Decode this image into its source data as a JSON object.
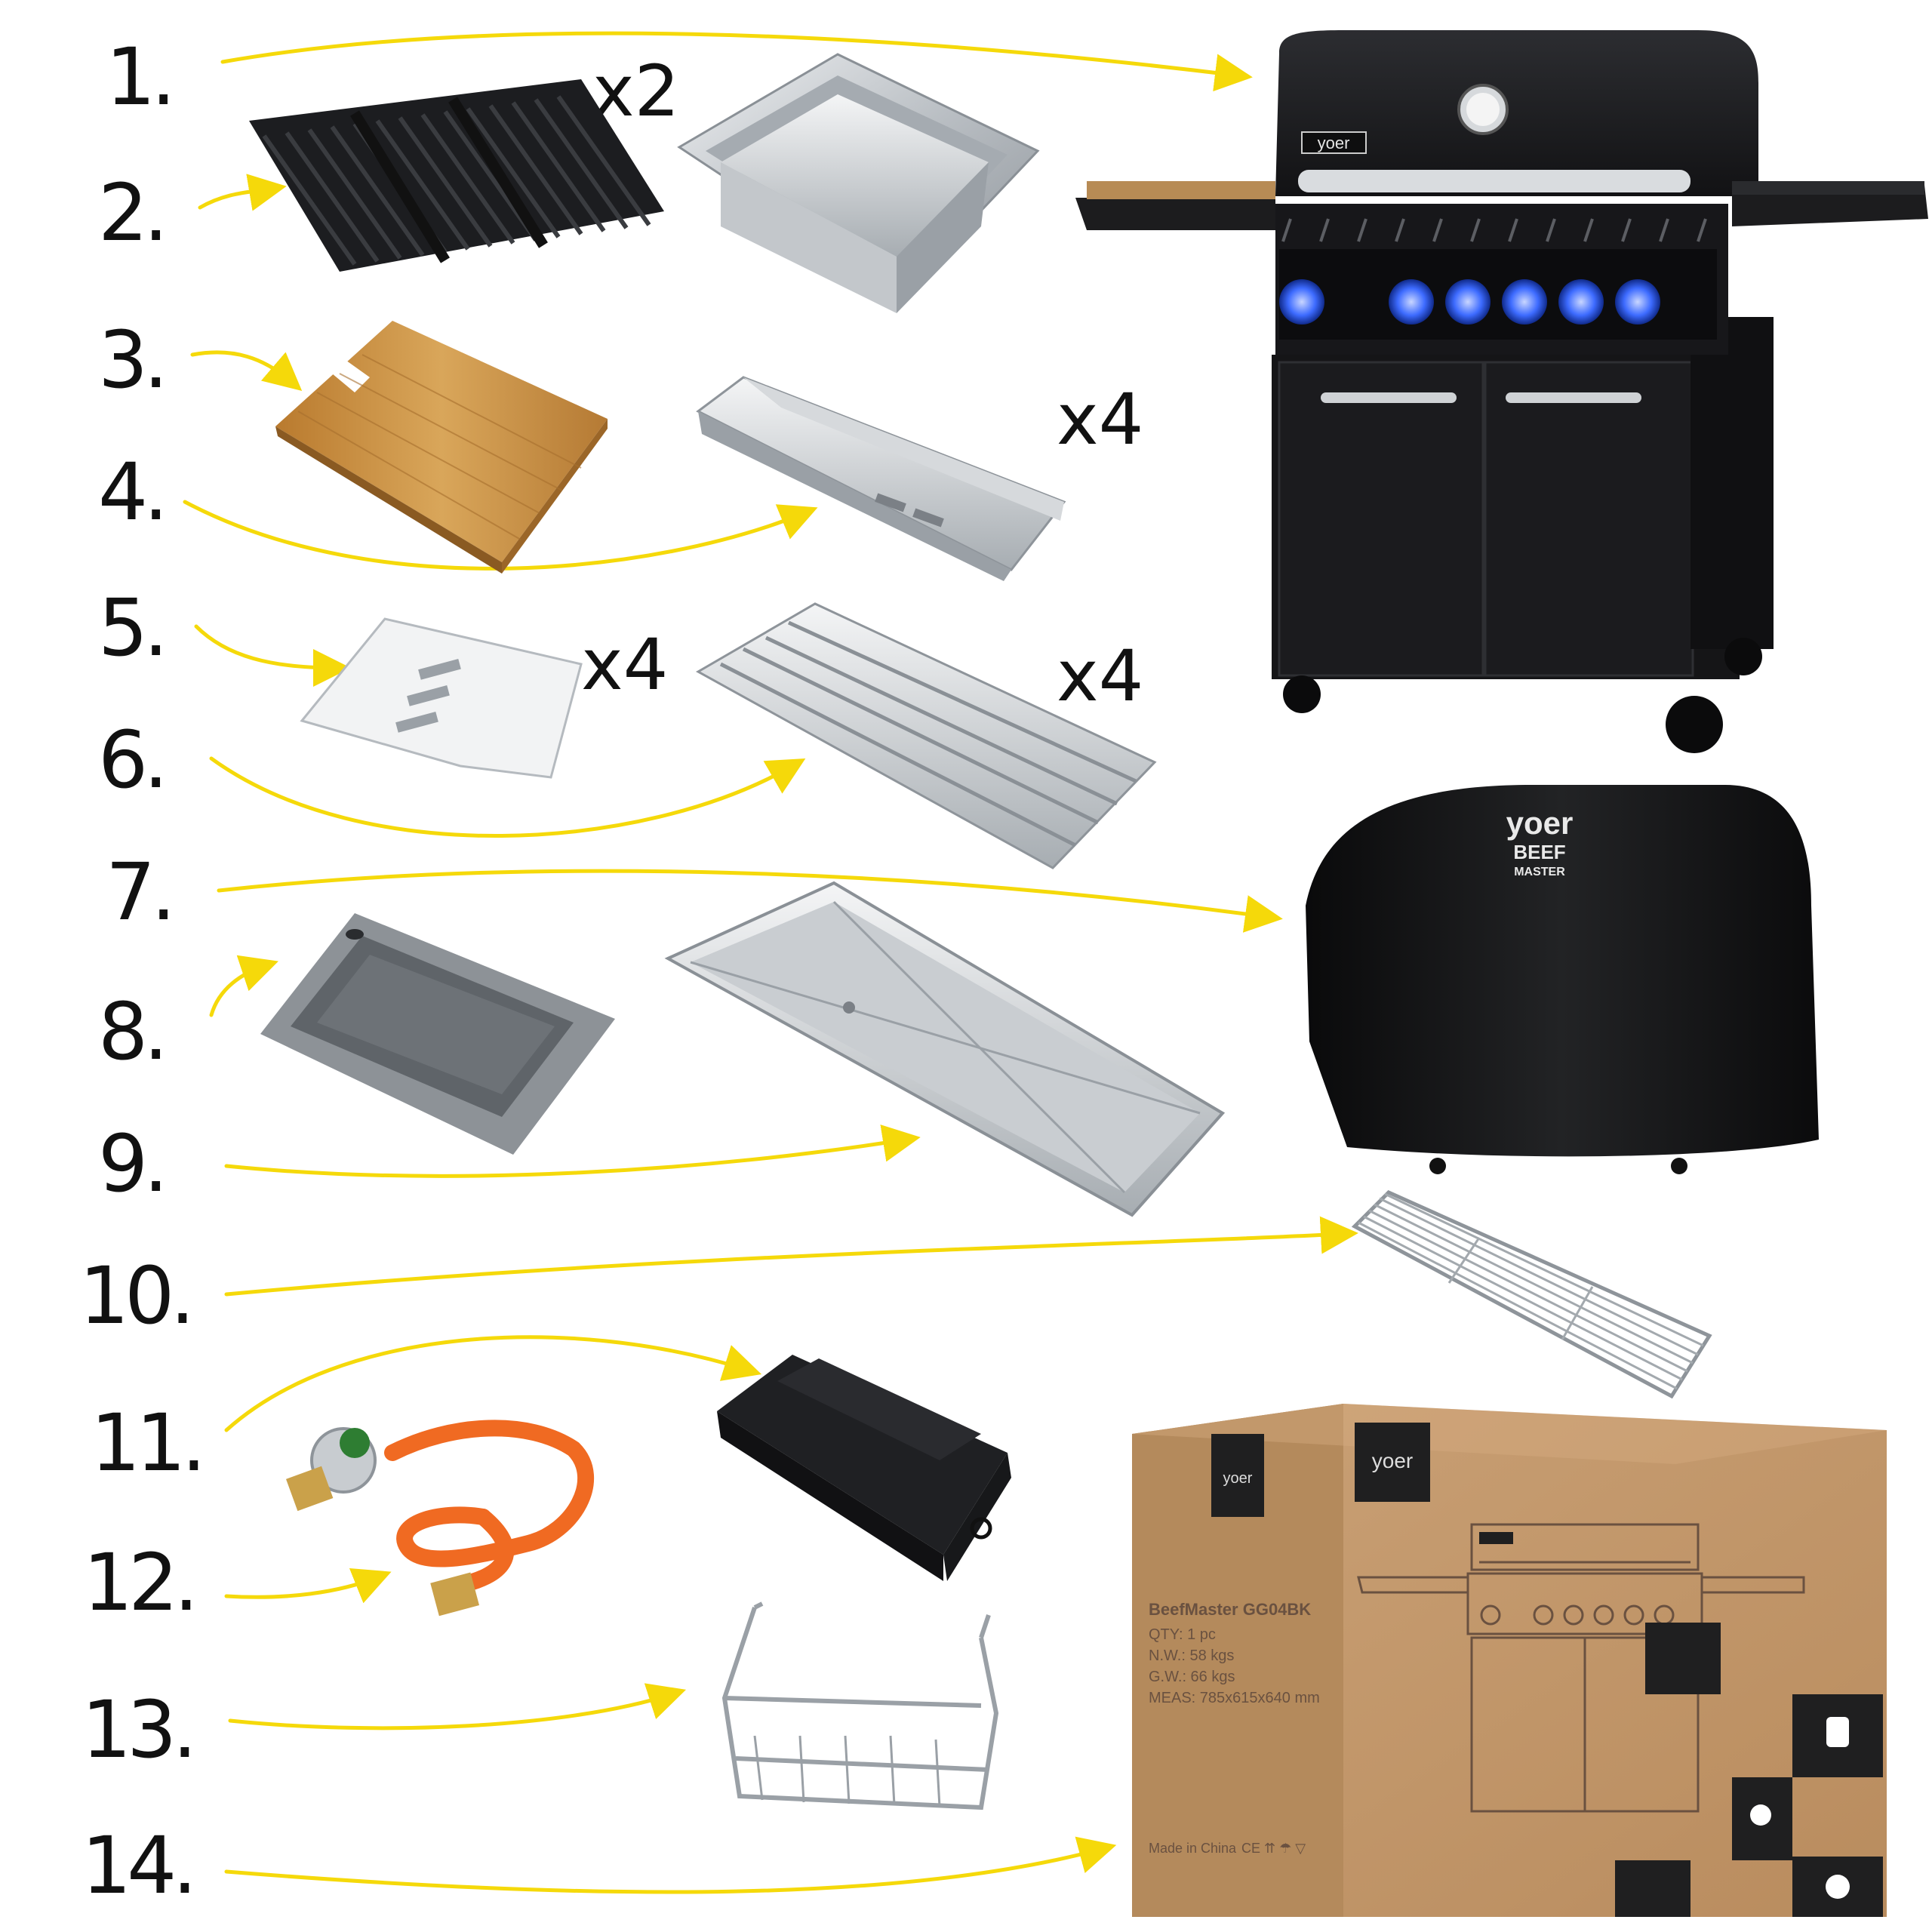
{
  "colors": {
    "arrow": "#f5d90a",
    "grill_body": "#1a1a1c",
    "knob_glow": "#3d6bff",
    "cardboard": "#c49a6c",
    "stainless": "#c8ccd0",
    "bamboo": "#c98f3e",
    "hose": "#f06a22"
  },
  "items": [
    {
      "number": "1.",
      "icon": "gas-grill"
    },
    {
      "number": "2.",
      "icon": "cast-iron-grate",
      "quantity": "x2"
    },
    {
      "number": "3.",
      "icon": "bamboo-cutting-board"
    },
    {
      "number": "4.",
      "icon": "flame-tamer",
      "quantity": "x4"
    },
    {
      "number": "5.",
      "icon": "heat-plate",
      "quantity": "x4"
    },
    {
      "number": "6.",
      "icon": "heat-deflector",
      "quantity": "x4"
    },
    {
      "number": "7.",
      "icon": "grill-cover"
    },
    {
      "number": "8.",
      "icon": "grease-cup"
    },
    {
      "number": "9.",
      "icon": "drip-tray"
    },
    {
      "number": "10.",
      "icon": "warming-rack"
    },
    {
      "number": "11.",
      "icon": "battery-box"
    },
    {
      "number": "12.",
      "icon": "gas-hose-regulator"
    },
    {
      "number": "13.",
      "icon": "wire-basket"
    },
    {
      "number": "14.",
      "icon": "shipping-box"
    }
  ],
  "extra_quantity": "x2",
  "grill": {
    "brand": "yoer"
  },
  "cover": {
    "brand": "yoer",
    "line1": "BEEF",
    "line2": "MASTER"
  },
  "box": {
    "brand": "yoer",
    "model": "BeefMaster GG04BK",
    "qty": "QTY: 1 pc",
    "nw": "N.W.: 58 kgs",
    "gw": "G.W.: 66 kgs",
    "meas": "MEAS: 785x615x640 mm",
    "origin": "Made in China",
    "marks": "CE ⇈ ☂ ▽"
  }
}
